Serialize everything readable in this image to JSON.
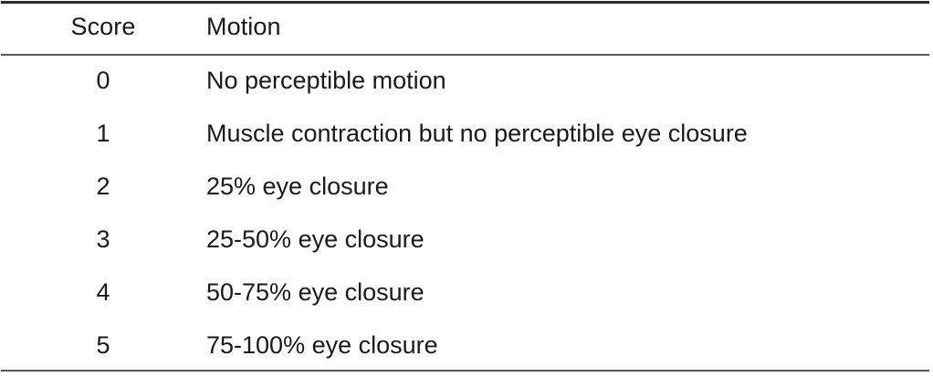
{
  "table": {
    "caption_headers": {
      "score": "Score",
      "motion": "Motion"
    },
    "columns": [
      "Score",
      "Motion"
    ],
    "rows": [
      {
        "score": "0",
        "motion": "No perceptible motion"
      },
      {
        "score": "1",
        "motion": "Muscle contraction but no perceptible eye closure"
      },
      {
        "score": "2",
        "motion": "25% eye closure"
      },
      {
        "score": "3",
        "motion": "25-50% eye closure"
      },
      {
        "score": "4",
        "motion": "50-75% eye closure"
      },
      {
        "score": "5",
        "motion": "75-100% eye closure"
      }
    ],
    "colors": {
      "text": "#1a1a1a",
      "background": "#ffffff",
      "rule_top": "#2b2b2b",
      "rule_inner": "#585858"
    }
  }
}
